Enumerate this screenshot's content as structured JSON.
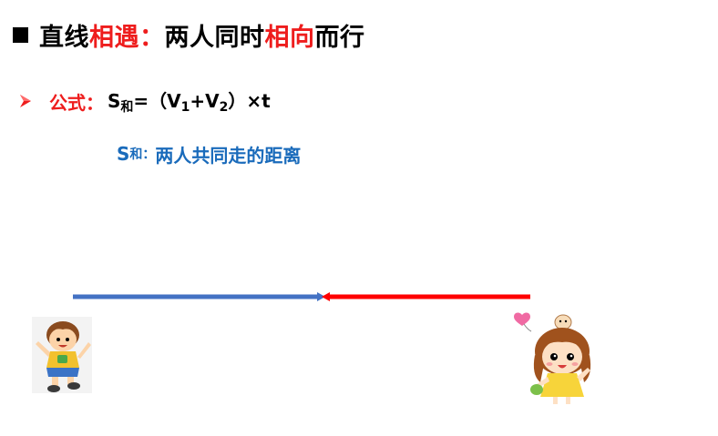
{
  "title": {
    "part1": "直线",
    "part2": "相遇",
    "part3": "：",
    "part4": "两人同时",
    "part5": "相向",
    "part6": "而行"
  },
  "formula": {
    "label": "公式：",
    "s": "S",
    "s_sub": "和",
    "rest1": "=（V",
    "v1_sub": "1",
    "rest2": "+V",
    "v2_sub": "2",
    "rest3": "）×t"
  },
  "description": {
    "s": "S",
    "s_sub": "和：",
    "text": "两人共同走的距离"
  },
  "colors": {
    "accent_red": "#ee1d1d",
    "blue_text": "#1a6bbb",
    "blue_line": "#4472c4",
    "red_line": "#ff0000"
  },
  "icons": {
    "bullet": "square-bullet-icon",
    "arrow": "arrow-right-bullet-icon",
    "boy": "running-boy-cartoon",
    "girl": "waving-girl-cartoon",
    "heart": "heart-icon"
  }
}
